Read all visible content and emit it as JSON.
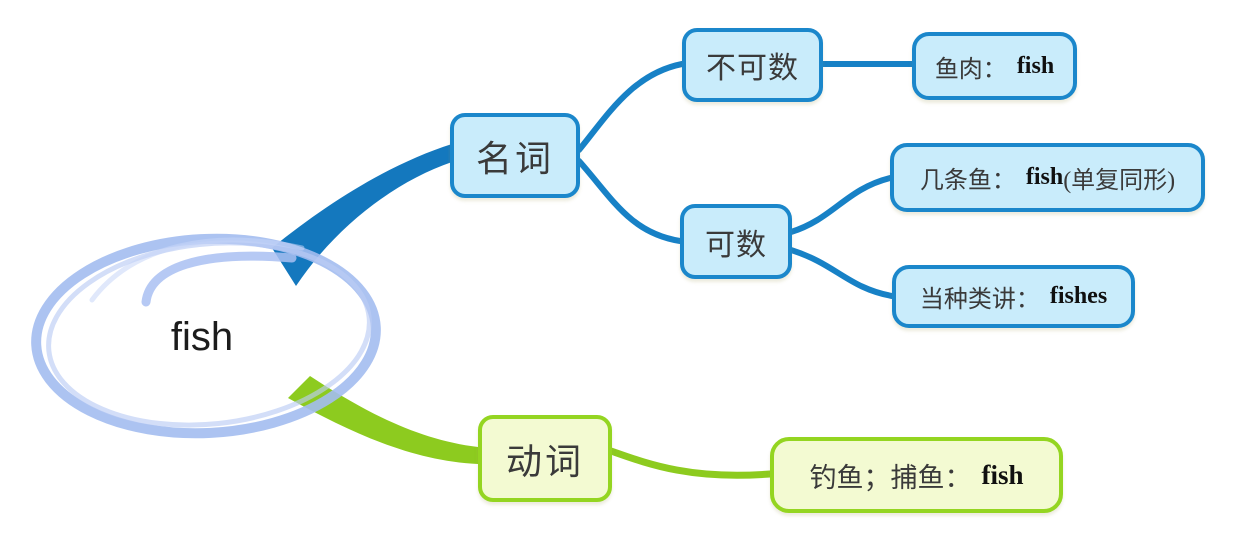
{
  "diagram_type": "mindmap",
  "colors": {
    "branch_blue": "#1478be",
    "line_blue": "#1781c6",
    "node_border_blue": "#1b87cb",
    "node_fill_blue": "#c9ecfb",
    "branch_green": "#8dcb1f",
    "node_border_green": "#94d521",
    "node_fill_green": "#f3fad2",
    "root_ellipse": "#a3bcf0",
    "text": "#3a3a3a"
  },
  "mindmap": {
    "root_label": "fish",
    "noun": {
      "label": "名词",
      "uncountable": {
        "label": "不可数",
        "item": {
          "prefix": "鱼肉：",
          "term": "fish",
          "suffix": ""
        }
      },
      "countable": {
        "label": "可数",
        "item1": {
          "prefix": "几条鱼：",
          "term": "fish",
          "suffix": "(单复同形)"
        },
        "item2": {
          "prefix": "当种类讲：",
          "term": "fishes",
          "suffix": ""
        }
      }
    },
    "verb": {
      "label": "动词",
      "item": {
        "prefix": "钓鱼；捕鱼：",
        "term": "fish",
        "suffix": ""
      }
    }
  }
}
